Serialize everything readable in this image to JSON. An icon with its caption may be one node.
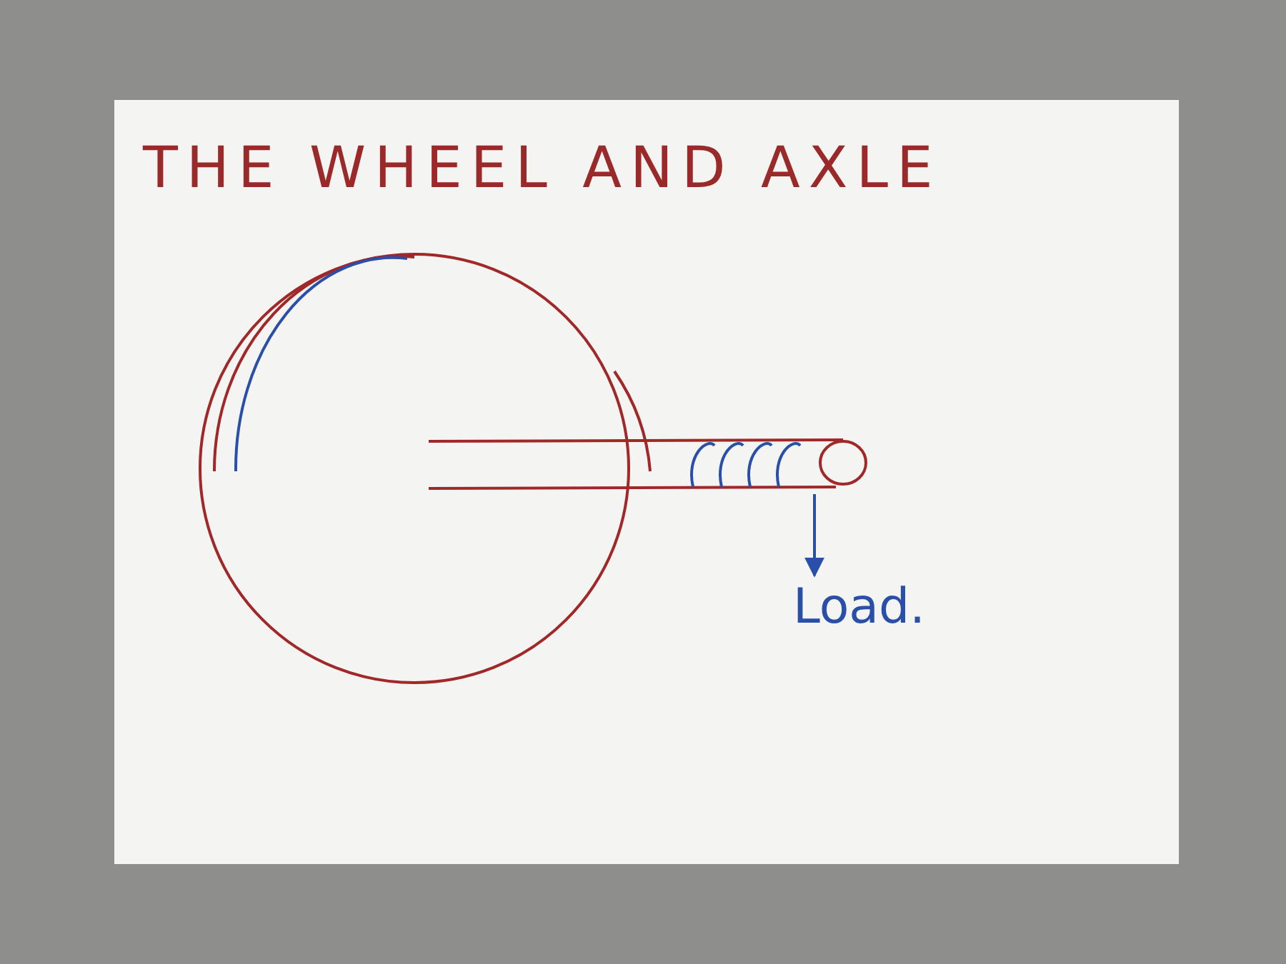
{
  "diagram": {
    "title": "THE WHEEL AND AXLE",
    "nodes": [
      {
        "text": [],
        "shape": "picture"
      },
      {
        "text": [
          "Load."
        ]
      }
    ],
    "edges": [
      {
        "from": 0,
        "to": 1,
        "arrow": "to",
        "color": "#2a4fa8"
      }
    ]
  }
}
